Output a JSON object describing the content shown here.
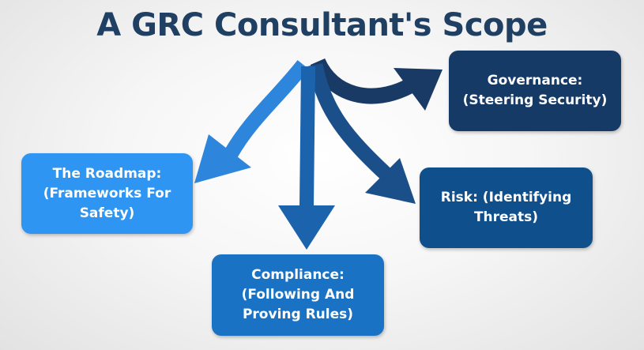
{
  "title": "A GRC Consultant's Scope",
  "boxes": {
    "governance": {
      "line1": "Governance:",
      "line2": "(Steering Security)"
    },
    "roadmap": {
      "line1": "The Roadmap:",
      "line2": "(Frameworks For",
      "line3": "Safety)"
    },
    "risk": {
      "line1": "Risk: (Identifying",
      "line2": "Threats)"
    },
    "compliance": {
      "line1": "Compliance:",
      "line2": "(Following And",
      "line3": "Proving Rules)"
    }
  },
  "colors": {
    "title": "#1f3f63",
    "governance": "#163a66",
    "roadmap": "#2f95f2",
    "risk": "#0f4f8c",
    "compliance": "#1a72c4",
    "arrow_governance": "#1a3a66",
    "arrow_roadmap": "#2e86dc",
    "arrow_risk": "#1b4f8a",
    "arrow_compliance": "#1c63ad"
  }
}
